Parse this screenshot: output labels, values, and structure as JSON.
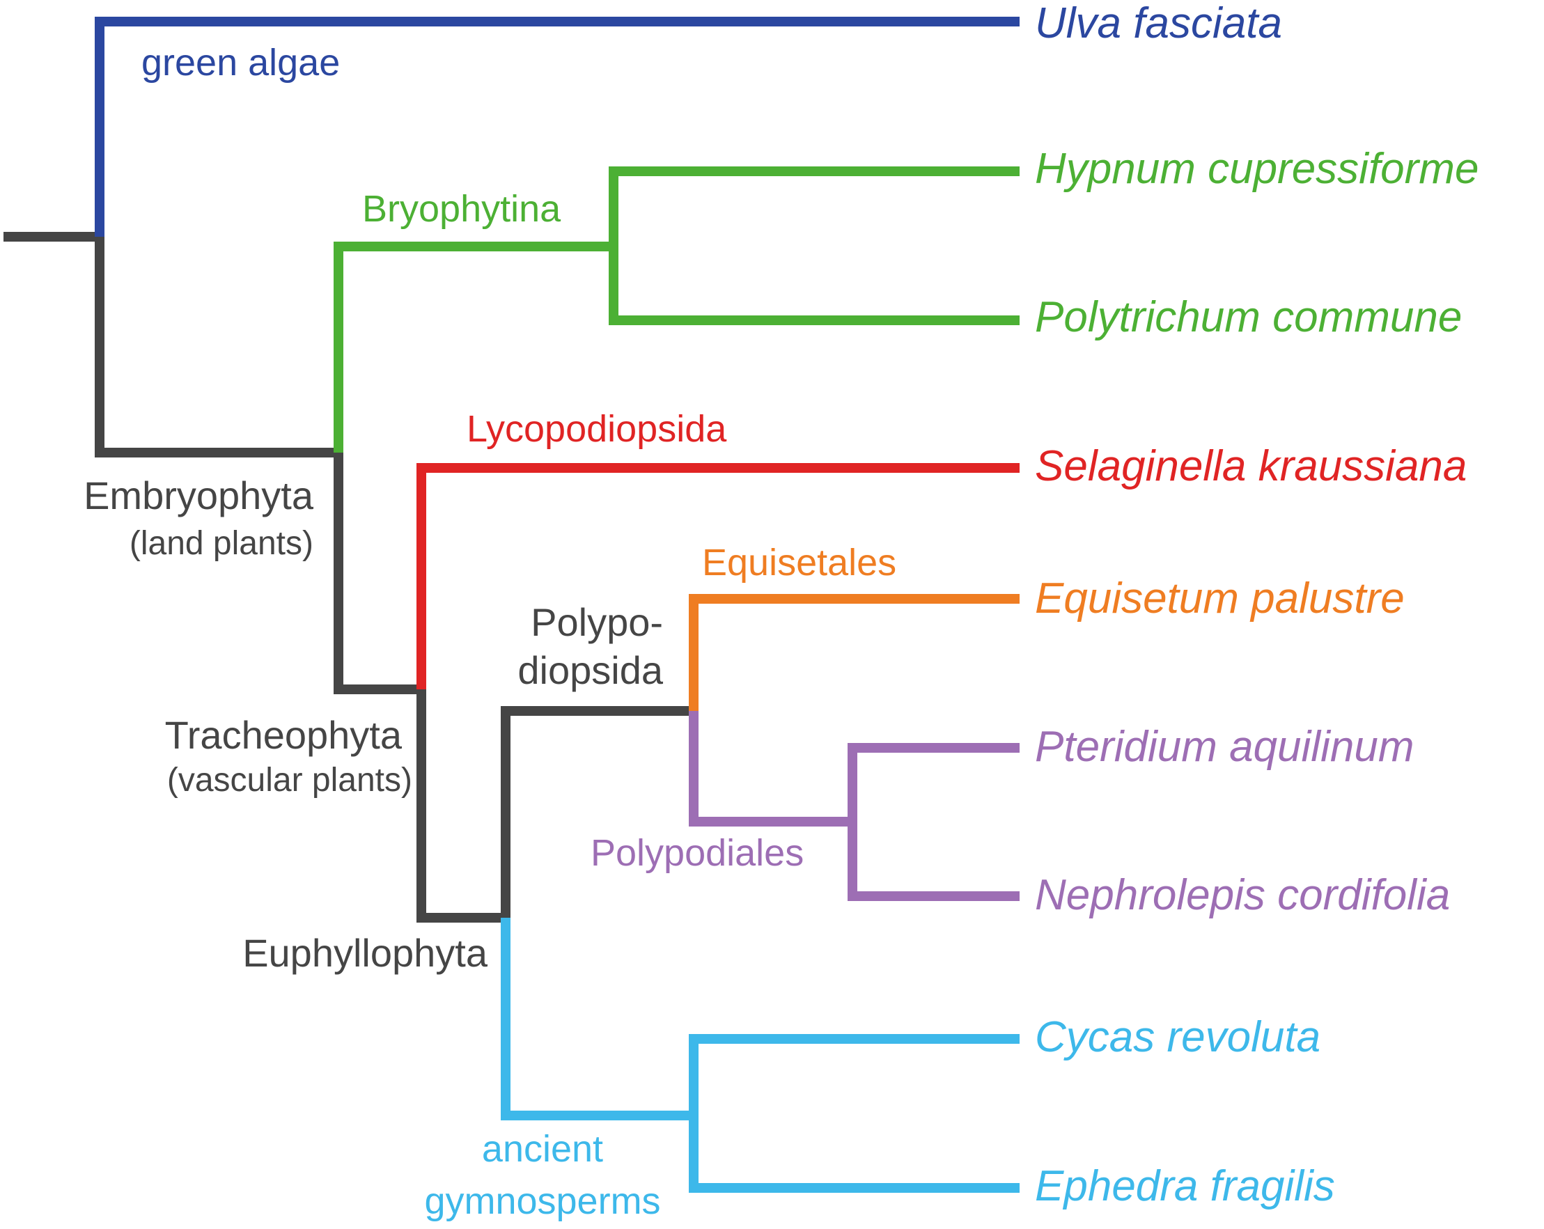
{
  "colors": {
    "dark": "#454545",
    "blue": "#2b47a0",
    "green": "#4cb034",
    "red": "#e02424",
    "orange": "#ef7d22",
    "purple": "#9d6eb4",
    "cyan": "#3db8ea"
  },
  "taxa": {
    "ulva": "Ulva fasciata",
    "hypnum": "Hypnum cupressiforme",
    "polytrichum": "Polytrichum commune",
    "selaginella": "Selaginella kraussiana",
    "equisetum": "Equisetum palustre",
    "pteridium": "Pteridium aquilinum",
    "nephrolepis": "Nephrolepis cordifolia",
    "cycas": "Cycas revoluta",
    "ephedra": "Ephedra fragilis"
  },
  "clades": {
    "green_algae": "green algae",
    "bryophytina": "Bryophytina",
    "lycopodiopsida": "Lycopodiopsida",
    "equisetales": "Equisetales",
    "polypodiales": "Polypodiales",
    "ancient_gymnosperms_line1": "ancient",
    "ancient_gymnosperms_line2": "gymnosperms"
  },
  "nodes": {
    "embryophyta": "Embryophyta",
    "embryophyta_sub": "(land plants)",
    "tracheophyta": "Tracheophyta",
    "tracheophyta_sub": "(vascular plants)",
    "polypodiopsida_line1": "Polypo-",
    "polypodiopsida_line2": "diopsida",
    "euphyllophyta": "Euphyllophyta"
  }
}
